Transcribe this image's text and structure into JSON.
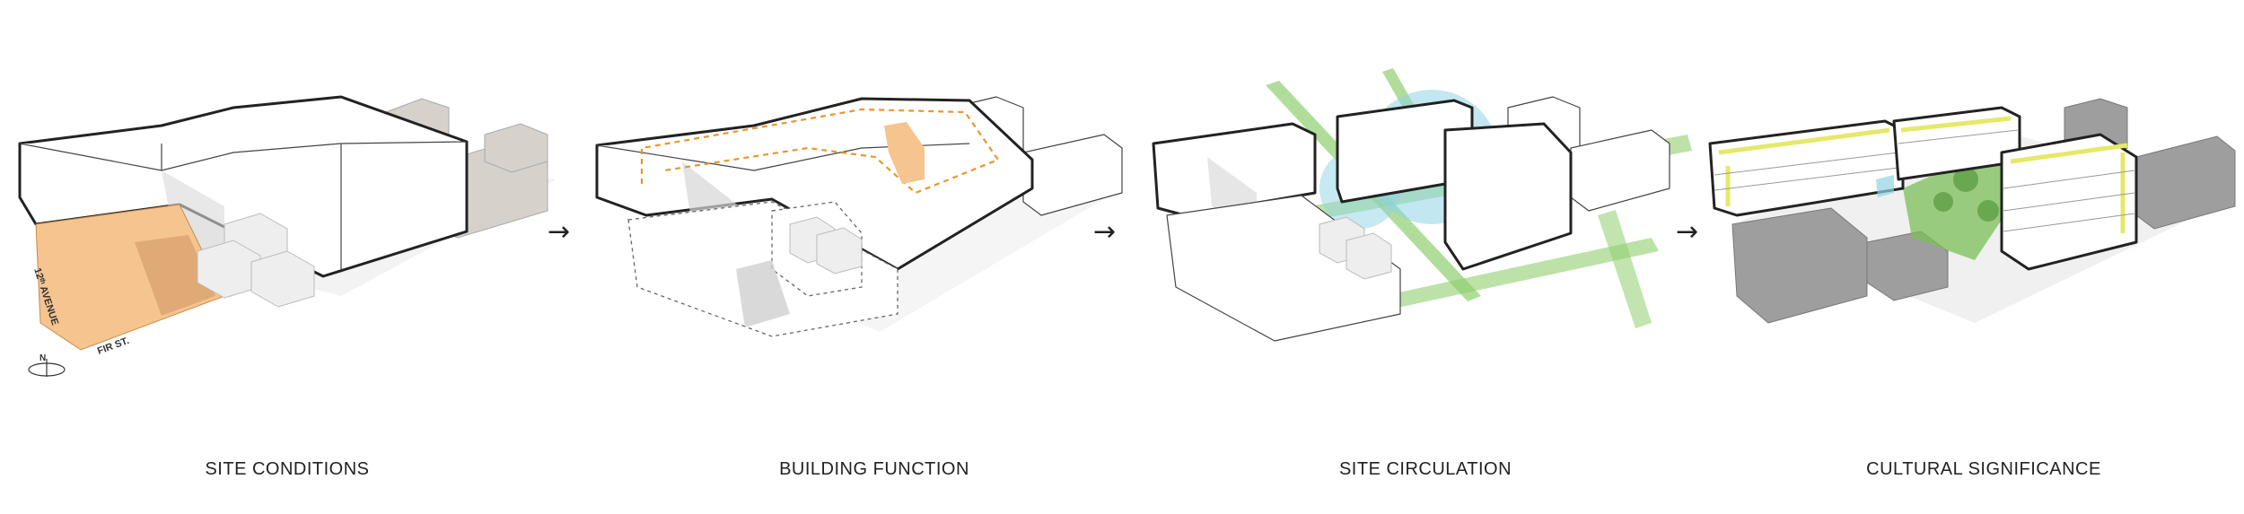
{
  "panels": [
    {
      "caption": "SITE CONDITIONS"
    },
    {
      "caption": "BUILDING FUNCTION"
    },
    {
      "caption": "SITE CIRCULATION"
    },
    {
      "caption": "CULTURAL SIGNIFICANCE"
    }
  ],
  "labels": {
    "avenue": "12ᵗʰ AVENUE",
    "street": "FIR ST.",
    "north": "N"
  },
  "arrow_glyph": "→",
  "colors": {
    "site_highlight": "#f5c48f",
    "function_dash": "#e8962e",
    "circulation_green": "#8fcf6e",
    "circulation_blue": "#8fd3e3",
    "cultural_yellow": "#e6e86a",
    "context_grey": "#a0a0a0"
  }
}
